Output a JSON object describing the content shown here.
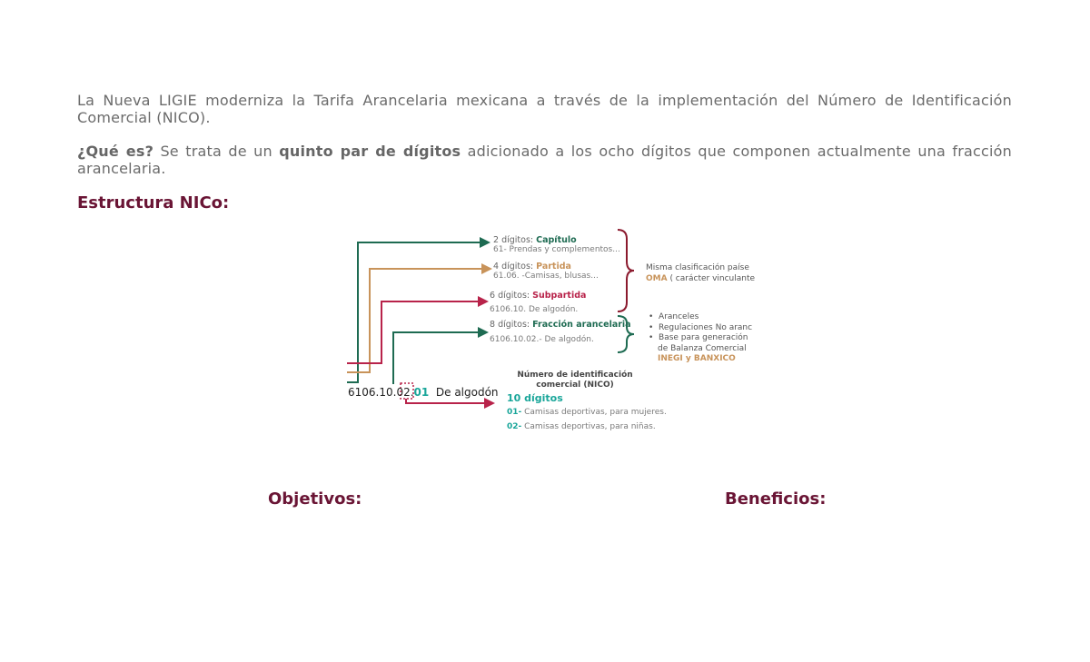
{
  "intro": {
    "text": "La Nueva LIGIE moderniza la Tarifa Arancelaria mexicana a través de la implementación del Número de Identificación Comercial (NICO)."
  },
  "que_es": {
    "label": "¿Qué es?",
    "text_before": " Se trata de un ",
    "bold": "quinto par de dígitos",
    "text_after": " adicionado a los ocho dígitos que componen actualmente una fracción arancelaria."
  },
  "estructura": {
    "title": "Estructura NICo:"
  },
  "diagram": {
    "levels": [
      {
        "digits": "2 dígitos:",
        "name": "Capítulo",
        "example": "61- Prendas y complementos...",
        "color": "#1e6b52"
      },
      {
        "digits": "4 dígitos:",
        "name": "Partida",
        "example": "61.06. -Camisas, blusas...",
        "color": "#c8935a"
      },
      {
        "digits": "6 dígitos:",
        "name": "Subpartida",
        "example": "6106.10. De algodón.",
        "color": "#b8234a"
      },
      {
        "digits": "8 dígitos:",
        "name": "Fracción arancelaria",
        "example": "6106.10.02.- De algodón.",
        "color": "#1e6b52"
      }
    ],
    "oma_note": {
      "line1": "Misma clasificación paíse",
      "oma": "OMA",
      "line2": " ( carácter vinculante"
    },
    "uses": {
      "items": [
        "Aranceles",
        "Regulaciones No aranc",
        "Base para generación"
      ],
      "line4": "de Balanza Comercial",
      "orgs": "INEGI y BANXICO"
    },
    "code": {
      "base": "6106.10.02.",
      "nico": "01",
      "desc": "De algodón"
    },
    "nico": {
      "title_line1": "Número de identificación",
      "title_line2": "comercial (NICO)",
      "digits": "10 dígitos",
      "examples": [
        {
          "code": "01-",
          "text": " Camisas deportivas, para mujeres."
        },
        {
          "code": "02-",
          "text": " Camisas deportivas, para niñas."
        }
      ]
    }
  },
  "sections": {
    "objetivos": "Objetivos:",
    "beneficios": "Beneficios:"
  }
}
